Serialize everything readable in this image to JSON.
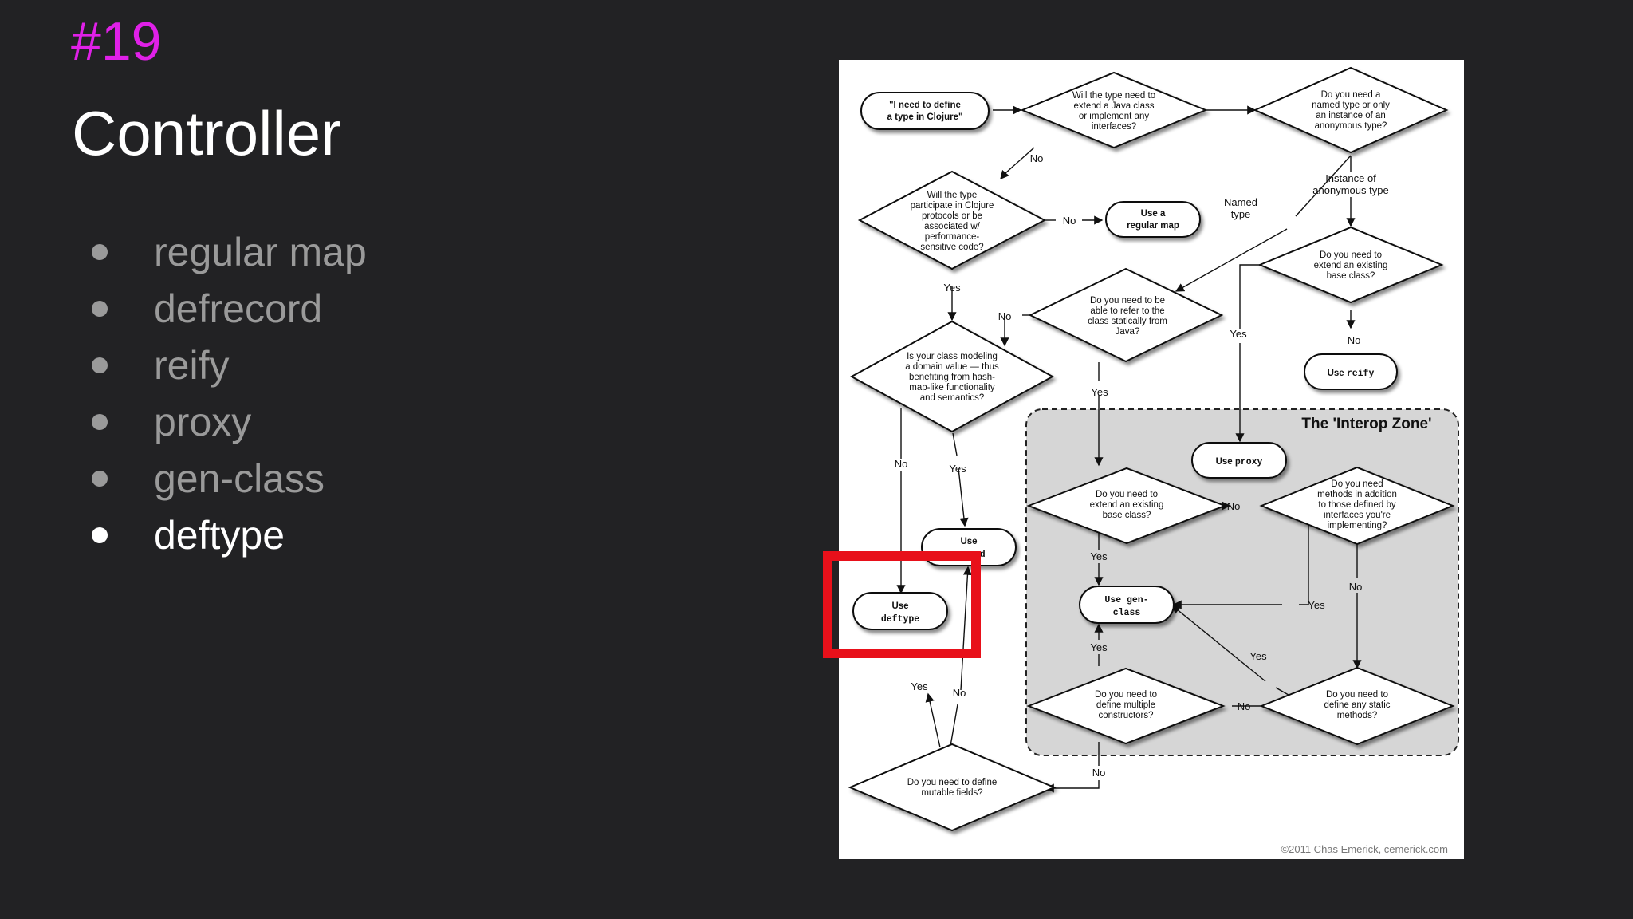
{
  "slide": {
    "number": "#19",
    "title": "Controller",
    "bullets": [
      {
        "label": "regular map",
        "active": false
      },
      {
        "label": "defrecord",
        "active": false
      },
      {
        "label": "reify",
        "active": false
      },
      {
        "label": "proxy",
        "active": false
      },
      {
        "label": "gen-class",
        "active": false
      },
      {
        "label": "deftype",
        "active": true
      }
    ]
  },
  "flowchart": {
    "start": [
      "\"I need to define",
      "a type in Clojure\""
    ],
    "q_java": [
      "Will the type need to",
      "extend a Java class",
      "or implement any",
      "interfaces?"
    ],
    "q_named": [
      "Do you need a",
      "named type or only",
      "an instance of an",
      "anonymous type?"
    ],
    "q_protocols": [
      "Will the type",
      "participate in Clojure",
      "protocols or be",
      "associated w/",
      "performance-",
      "sensitive code?"
    ],
    "use_map": [
      "Use a",
      "regular map"
    ],
    "named_type": [
      "Named",
      "type"
    ],
    "instance_anon": [
      "Instance of",
      "anonymous type"
    ],
    "q_extend_base_top": [
      "Do you need to",
      "extend an existing",
      "base class?"
    ],
    "q_refer_static": [
      "Do you need to be",
      "able to refer to the",
      "class statically from",
      "Java?"
    ],
    "use_reify": [
      "Use",
      "reify"
    ],
    "q_domain": [
      "Is your class modeling",
      "a domain value — thus",
      "benefiting from hash-",
      "map-like functionality",
      "and semantics?"
    ],
    "interop_zone": "The 'Interop Zone'",
    "use_proxy": [
      "Use",
      "proxy"
    ],
    "use_record": [
      "Use",
      "record"
    ],
    "q_extend_base": [
      "Do you need to",
      "extend an existing",
      "base class?"
    ],
    "q_methods": [
      "Do you need",
      "methods in addition",
      "to those defined by",
      "interfaces you're",
      "implementing?"
    ],
    "use_deftype": [
      "Use",
      "deftype"
    ],
    "use_genclass": [
      "Use gen-",
      "class"
    ],
    "q_constructors": [
      "Do you need to",
      "define multiple",
      "constructors?"
    ],
    "q_static": [
      "Do you need to",
      "define any static",
      "methods?"
    ],
    "q_mutable": [
      "Do you need to define",
      "mutable fields?"
    ],
    "yes": "Yes",
    "no": "No",
    "credit": "©2011 Chas Emerick, cemerick.com"
  }
}
